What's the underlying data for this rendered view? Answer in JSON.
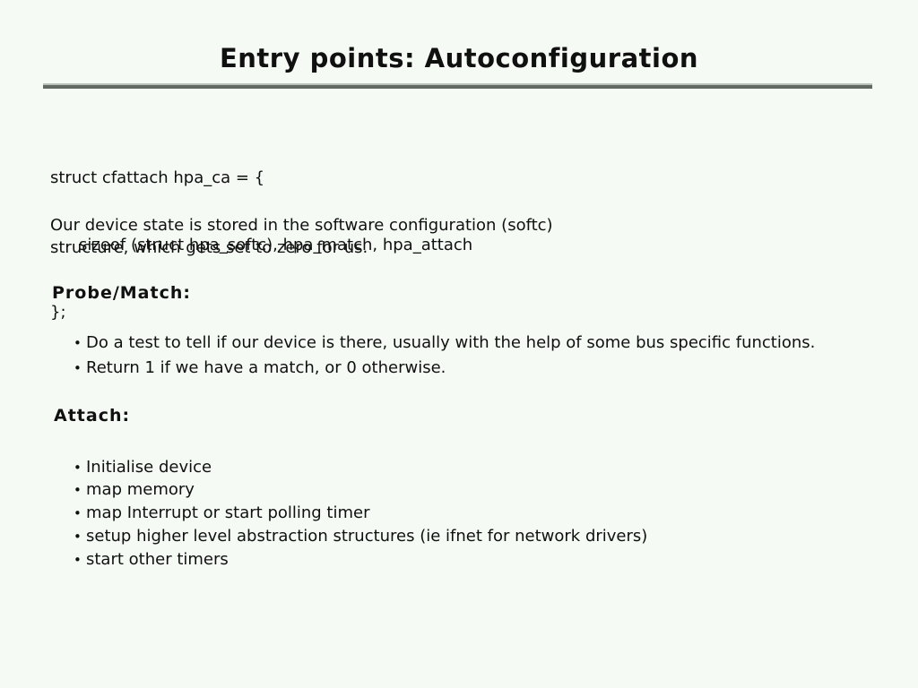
{
  "slide": {
    "title": "Entry points: Autoconfiguration",
    "bullet_glyph": "•",
    "code": {
      "line0": "struct cfattach hpa_ca = {",
      "line1": "sizeof (struct hpa_softc), hpa_match, hpa_attach",
      "line2": "};"
    },
    "paragraph": {
      "line0": "Our device state is stored in the software configuration (softc)",
      "line1": "structure, which gets set to zero for us."
    },
    "sections": [
      {
        "heading": "Probe/Match:",
        "bullets": [
          "Do a test to tell if our device is there, usually with the help of some bus specific functions.",
          "Return 1 if we have a match, or 0 otherwise."
        ]
      },
      {
        "heading": "Attach:",
        "bullets": [
          "Initialise device",
          "map memory",
          "map Interrupt or start polling timer",
          "setup higher level abstraction structures (ie ifnet for network drivers)",
          "start other timers"
        ]
      }
    ],
    "colors": {
      "background": "#f5faf5",
      "text": "#101010",
      "rule_light": "#b9bfb9",
      "rule_dark": "#616861"
    }
  }
}
